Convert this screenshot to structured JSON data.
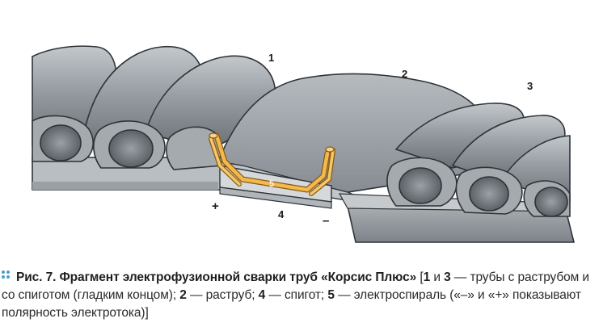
{
  "labels": {
    "pipe1": "1",
    "socket": "2",
    "pipe3": "3",
    "spigot": "4",
    "coil": "5",
    "plus": "+",
    "minus": "–"
  },
  "caption": {
    "fig": "Рис. 7.",
    "title": "Фрагмент электрофузионной сварки труб «Корсис Плюс»",
    "open": "[",
    "n1": "1",
    "and": "и",
    "n3": "3",
    "t13": "— трубы с раструбом и со спиготом (гладким концом);",
    "n2": "2",
    "t2": "— раструб;",
    "n4": "4",
    "t4": "— спигот;",
    "n5": "5",
    "t5": "— электроспираль («–» и «+» показывают полярность электротока)]"
  },
  "colors": {
    "pipe_fill": "#8f959b",
    "pipe_light": "#b9bec3",
    "pipe_dark": "#5d6369",
    "coil": "#f2b94f",
    "accent_dots": "#4aa0c8"
  }
}
